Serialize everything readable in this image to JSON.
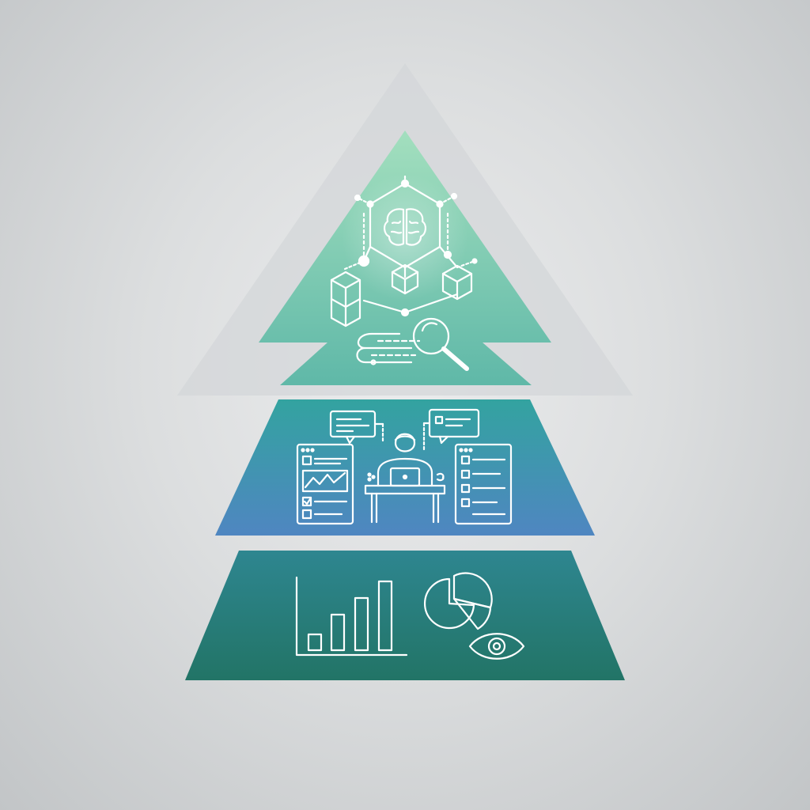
{
  "diagram": {
    "type": "pyramid",
    "tiers": [
      {
        "id": "top",
        "icons": [
          "brain-icon",
          "network-hexagon-icon",
          "cube-icon",
          "cube-icon",
          "cube-icon",
          "data-stream-icon",
          "magnifier-icon"
        ],
        "colors": {
          "from": "#a3dfbe",
          "to": "#5fb8a8"
        }
      },
      {
        "id": "middle",
        "icons": [
          "person-at-laptop-icon",
          "desk-icon",
          "dashboard-panel-icon",
          "checklist-panel-icon",
          "speech-bubble-icon",
          "speech-bubble-icon"
        ],
        "colors": {
          "from": "#33a3a0",
          "to": "#4f86c1"
        }
      },
      {
        "id": "bottom",
        "icons": [
          "bar-chart-icon",
          "pie-chart-icon",
          "eye-icon"
        ],
        "colors": {
          "from": "#2e8690",
          "to": "#227466"
        }
      }
    ],
    "colors": {
      "background": "#dcdedf",
      "ghost_triangle": "#d3d6d8",
      "icon_stroke": "#ffffff"
    }
  }
}
